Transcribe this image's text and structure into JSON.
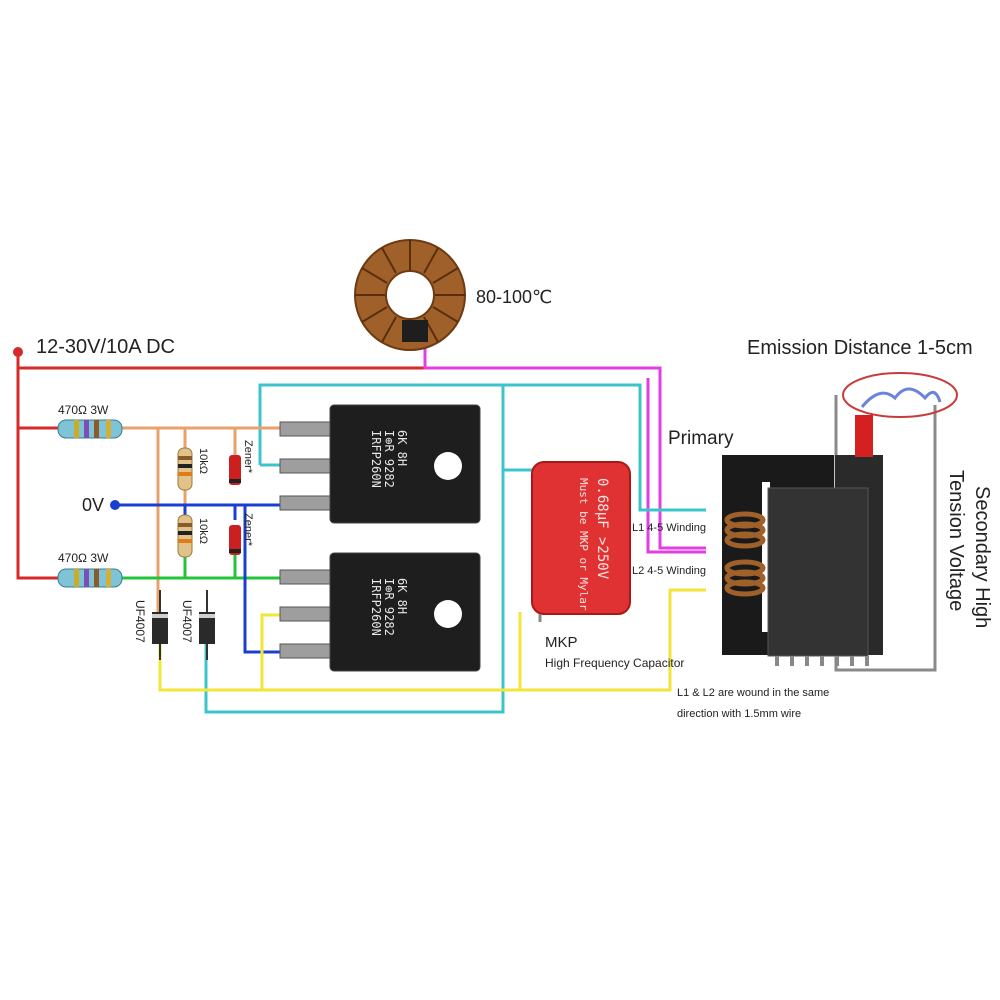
{
  "labels": {
    "supply": "12-30V/10A DC",
    "ground": "0V",
    "temperature": "80-100℃",
    "emission": "Emission Distance 1-5cm",
    "primary": "Primary",
    "secondary_line1": "Secondary High",
    "secondary_line2": "Tension Voltage",
    "l1": "L1 4-5 Winding",
    "l2": "L2 4-5 Winding",
    "cap_type": "MKP",
    "cap_desc": "High Frequency Capacitor",
    "note_line1": "L1 & L2 are wound in the same",
    "note_line2": "direction with 1.5mm wire"
  },
  "components": {
    "resistor_top": "470Ω 3W",
    "resistor_bottom": "470Ω 3W",
    "resistor_10k_a": "10kΩ",
    "resistor_10k_b": "10kΩ",
    "zener_a": "Zener*",
    "zener_b": "Zener*",
    "diode_a": "UF4007",
    "diode_b": "UF4007",
    "mosfet": {
      "line1": "IRFP260N",
      "line2": "I⊕R 9282",
      "line3": "6K   8H"
    },
    "capacitor": {
      "line1": "0.68μF >250V",
      "line2": "Must be MKP or Mylar"
    }
  },
  "colors": {
    "positive": "#d42a2a",
    "ground": "#1a3fd0",
    "gate_a": "#e9a06a",
    "gate_b": "#24c43a",
    "drain": "#3cc4cc",
    "coil": "#e23fe0",
    "yellow": "#f2e638",
    "grey": "#8a8a8a"
  }
}
